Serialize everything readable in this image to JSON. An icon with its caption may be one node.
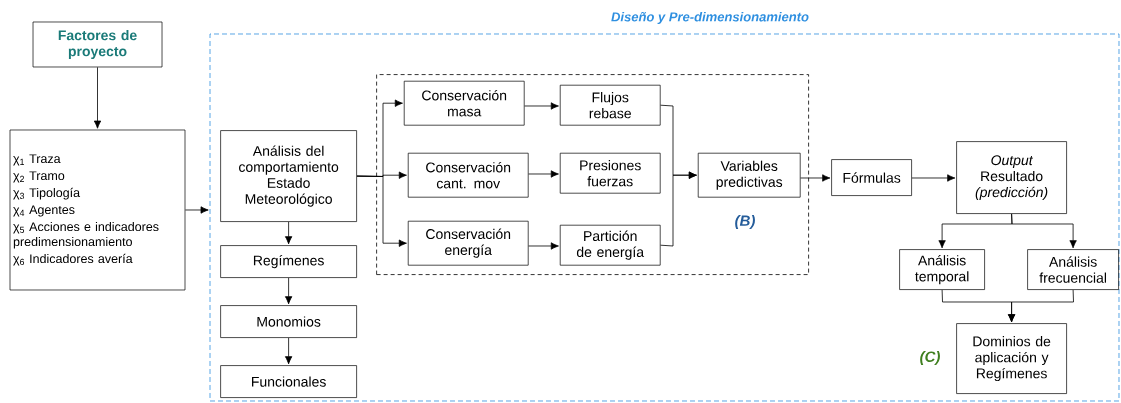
{
  "diagram": {
    "title": "Diseño y Pre-dimensionamiento",
    "nodes": [
      {
        "text": [
          "Factores de proyecto"
        ]
      },
      {
        "text": [
          "χ$_{1}$ Traza",
          "χ$_{2}$ Tramo",
          "χ$_{3}$ Tipología",
          "χ$_{4}$ Agentes",
          "χ$_{5}$ Acciones e indicadores predimensionamiento",
          "χ$_{6}$ Indicadores avería"
        ]
      },
      {
        "text": [],
        "shape": "box"
      },
      {
        "text": [
          "Análisis del comportamiento Estado Meteorológico"
        ],
        "in": 2
      },
      {
        "text": [
          "Regímenes"
        ],
        "in": 2
      },
      {
        "text": [
          "Monomios"
        ],
        "in": 2
      },
      {
        "text": [
          "Funcionales"
        ],
        "in": 2
      },
      {
        "text": [
          "(B)"
        ],
        "in": 2
      },
      {
        "text": [
          "Conservación masa"
        ],
        "in": 7
      },
      {
        "text": [
          "Flujos rebase"
        ],
        "in": 7
      },
      {
        "text": [
          "Conservación cant. mov"
        ],
        "in": 7
      },
      {
        "text": [
          "Presiones fuerzas"
        ],
        "in": 7
      },
      {
        "text": [
          "Conservación energía"
        ],
        "in": 7
      },
      {
        "text": [
          "Partición de energía"
        ],
        "in": 7
      },
      {
        "text": [
          "Variables predictivas"
        ],
        "in": 7
      },
      {
        "text": [
          "Fórmulas"
        ],
        "in": 2
      },
      {
        "text": [
          "*Output* Resultado *(predicción)*"
        ],
        "in": 2
      },
      {
        "text": [
          "Análisis temporal"
        ],
        "in": 2
      },
      {
        "text": [
          "Análisis frecuencial"
        ],
        "in": 2
      },
      {
        "text": [
          "Dominios de aplicación y Regímenes"
        ],
        "in": 2
      }
    ],
    "edges": [
      {
        "from": 0,
        "to": 1,
        "arrow": "to"
      },
      {
        "from": 1,
        "to": 2,
        "arrow": "to"
      },
      {
        "from": 3,
        "to": 4,
        "arrow": "to"
      },
      {
        "from": 4,
        "to": 5,
        "arrow": "to"
      },
      {
        "from": 5,
        "to": 6,
        "arrow": "to"
      },
      {
        "from": 3,
        "to": 8,
        "arrow": "to"
      },
      {
        "from": 3,
        "to": 10,
        "arrow": "to"
      },
      {
        "from": 3,
        "to": 12,
        "arrow": "to"
      },
      {
        "from": 8,
        "to": 9,
        "arrow": "to"
      },
      {
        "from": 10,
        "to": 11,
        "arrow": "to"
      },
      {
        "from": 12,
        "to": 13,
        "arrow": "to"
      },
      {
        "from": 9,
        "to": 14,
        "arrow": "to"
      },
      {
        "from": 13,
        "to": 14,
        "arrow": "to"
      },
      {
        "from": 14,
        "to": 15,
        "arrow": "to"
      },
      {
        "from": 15,
        "to": 16,
        "arrow": "to"
      },
      {
        "from": 16,
        "to": 17,
        "arrow": "to"
      },
      {
        "from": 16,
        "to": 18,
        "arrow": "to"
      },
      {
        "from": 17,
        "to": 19,
        "arrow": "to"
      },
      {
        "from": 18,
        "to": 19,
        "arrow": "to"
      }
    ],
    "labels": [
      "(C)"
    ]
  }
}
